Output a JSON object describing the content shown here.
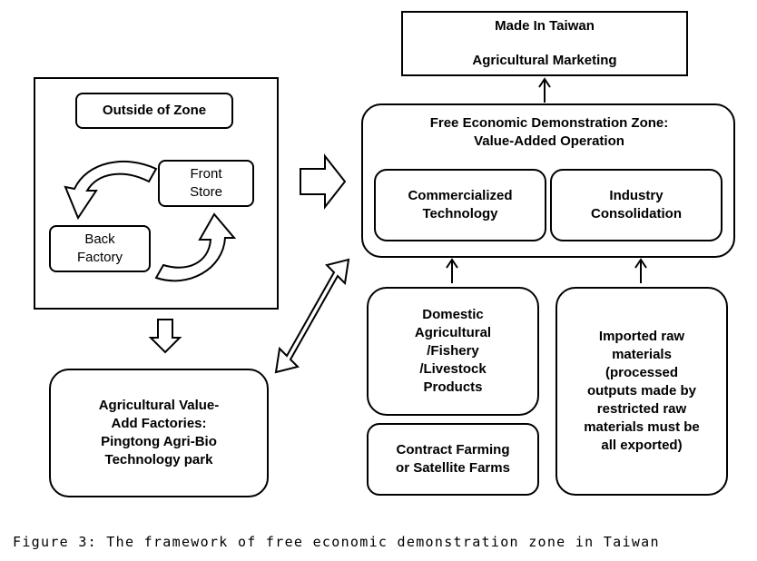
{
  "made_in_taiwan": {
    "line1": "Made In Taiwan",
    "line2": "Agricultural Marketing"
  },
  "outside_zone": {
    "title": "Outside of Zone",
    "front_store": [
      "Front",
      "Store"
    ],
    "back_factory": [
      "Back",
      "Factory"
    ]
  },
  "fedz": {
    "title_line1": "Free Economic Demonstration Zone:",
    "title_line2": "Value-Added Operation",
    "commercialized": [
      "Commercialized",
      "Technology"
    ],
    "industry": [
      "Industry",
      "Consolidation"
    ]
  },
  "domestic": [
    "Domestic",
    "Agricultural",
    "/Fishery",
    "/Livestock",
    "Products"
  ],
  "contract": [
    "Contract Farming",
    "or Satellite Farms"
  ],
  "imported": [
    "Imported raw",
    "materials",
    "(processed",
    "outputs made by",
    "restricted raw",
    "materials must be",
    "all exported)"
  ],
  "factories": [
    "Agricultural Value-",
    "Add Factories:",
    "Pingtong  Agri-Bio",
    "Technology  park"
  ],
  "caption": "Figure 3:  The framework of free economic demonstration zone in Taiwan"
}
